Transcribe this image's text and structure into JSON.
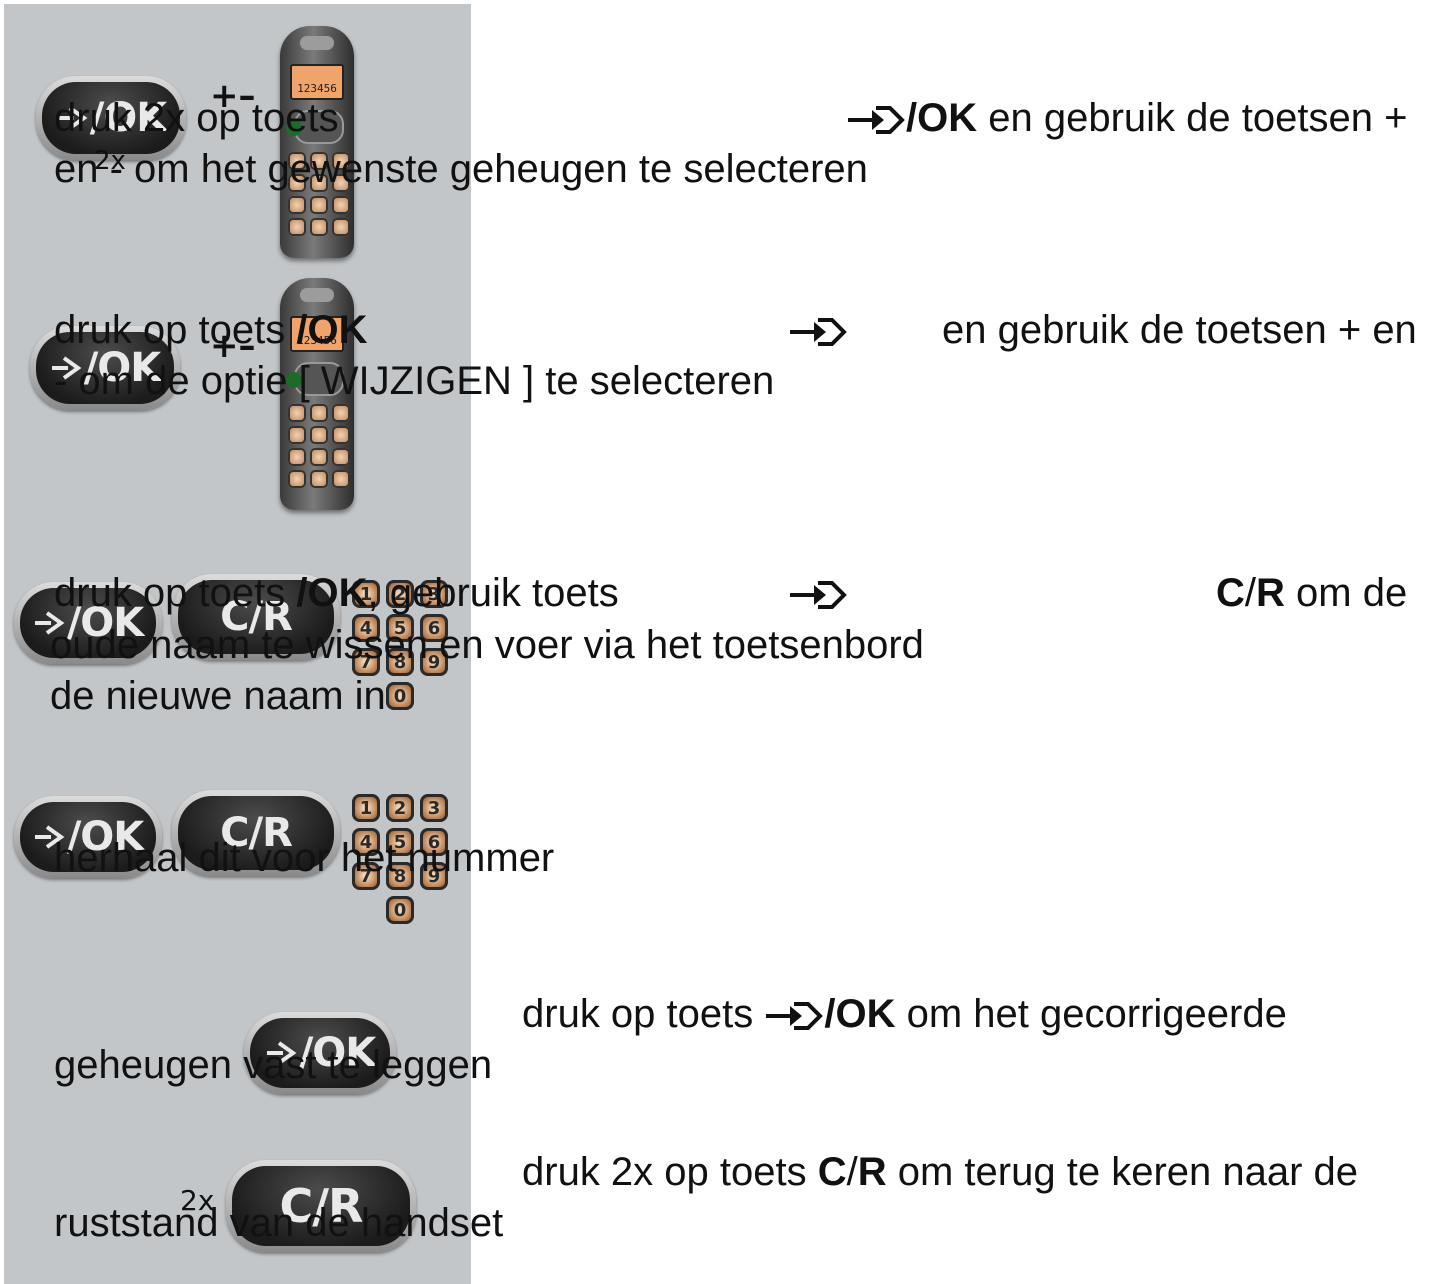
{
  "keys": {
    "ok": "/OK",
    "cr": "C/R"
  },
  "labels": {
    "twice_1": "2x",
    "twice_2": "2x",
    "plus_minus_1": "+–",
    "plus_minus_2": "+–",
    "screen_1": "123456",
    "screen_2": "123456"
  },
  "numpad": [
    "1",
    "2",
    "3",
    "4",
    "5",
    "6",
    "7",
    "8",
    "9",
    "0"
  ],
  "steps": [
    {
      "line1_a": "druk 2x op toets",
      "line1_b": "/OK",
      "line1_c": " en gebruik de toetsen +",
      "line2": "en - om het gewenste geheugen te selecteren"
    },
    {
      "line1_a": "druk op toets ",
      "line1_b": "/OK",
      "line1_c": "en gebruik de toetsen + en",
      "line2": "- om de optie [ WIJZIGEN ] te selecteren"
    },
    {
      "line1_a": "druk op toets ",
      "line1_b": "/OK",
      "line1_c": ", gebruik toets",
      "line1_d": "C",
      "line1_e": "/",
      "line1_f": "R",
      "line1_g": " om de",
      "line2": "oude naam te wissen en voer via het toetsenbord",
      "line3": "de nieuwe naam in"
    },
    {
      "line1": "herhaal dit voor het nummer"
    },
    {
      "line1_a": "druk op toets ",
      "line1_b": "/OK",
      "line1_c": " om het gecorrigeerde",
      "line2": "geheugen vast te leggen"
    },
    {
      "line1_a": "druk 2x op toets ",
      "line1_b": "C",
      "line1_c": "/",
      "line1_d": "R",
      "line1_e": " om terug te keren naar de",
      "line2": "ruststand van de handset"
    }
  ]
}
